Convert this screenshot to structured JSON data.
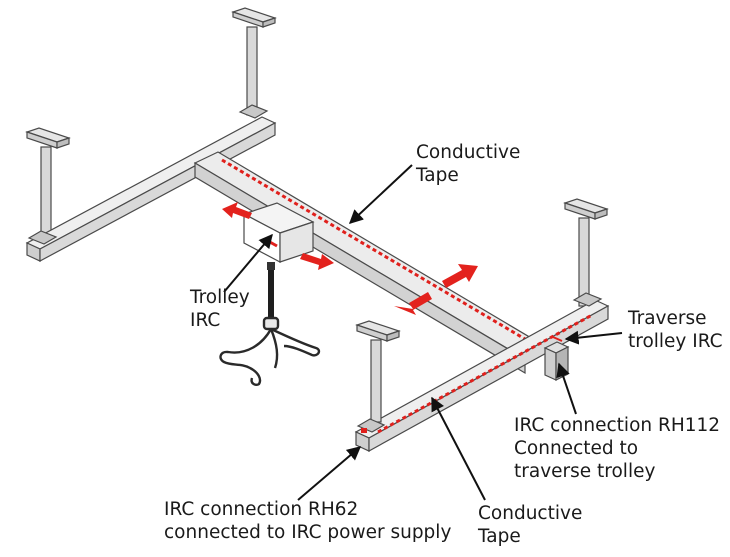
{
  "labels": {
    "conductive_tape_top": [
      "Conductive",
      "Tape"
    ],
    "trolley_irc": [
      "Trolley",
      "IRC"
    ],
    "traverse_trolley_irc": [
      "Traverse",
      "trolley IRC"
    ],
    "irc_rh112": [
      "IRC connection RH112",
      "Connected to",
      "traverse trolley"
    ],
    "irc_rh62": [
      "IRC connection RH62",
      "connected to IRC power supply"
    ],
    "conductive_tape_bottom": [
      "Conductive",
      "Tape"
    ]
  },
  "colors": {
    "rail_fill_light": "#efefef",
    "rail_fill_mid": "#dcdcdc",
    "rail_fill_dark": "#c2c2c2",
    "outline": "#4a4a4a",
    "tape": "#e0201c",
    "arrow": "#e3221d",
    "leader": "#111111",
    "text": "#1a1a1a"
  }
}
